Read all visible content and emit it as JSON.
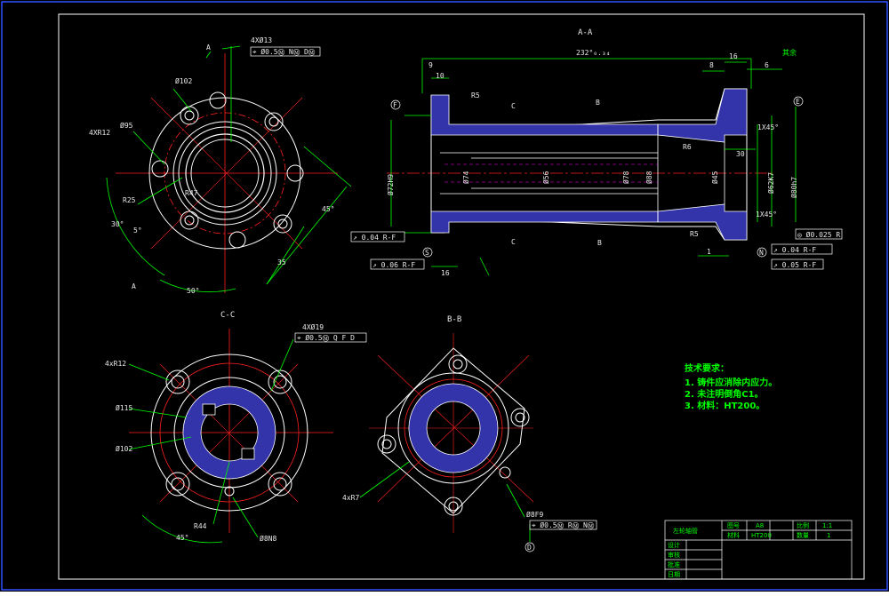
{
  "colors": {
    "background": "#000000",
    "outline": "#ffffff",
    "center_line": "#ff2020",
    "dimension": "#00ff00",
    "hatch": "#3333aa",
    "hidden": "#ff00ff"
  },
  "views": {
    "front_labels": {
      "section_ref": "A",
      "section_ref2": "A",
      "holes": "4XØ13",
      "tol_frame": "⌖ Ø0.5Ⓜ NⓂ DⓂ",
      "d102": "Ø102",
      "d95": "Ø95",
      "r12": "4XR12",
      "r25": "R25",
      "r47": "R47",
      "a30": "30°",
      "a5": "5°",
      "a50": "50°",
      "d35": "35",
      "d45": "45°"
    },
    "aa_labels": {
      "title": "A-A",
      "len232": "232°₀.₃₄",
      "d9": "9",
      "d10": "10",
      "d8": "8",
      "d16": "16",
      "d6": "6",
      "r5a": "R5",
      "r6": "R6",
      "r5b": "R5",
      "d30": "30",
      "d74": "Ø74",
      "d56": "Ø56",
      "d78": "Ø78",
      "d88": "Ø88",
      "d45": "Ø45",
      "d72": "Ø72H9",
      "d62": "Ø62K7",
      "d80": "Ø80h7",
      "cx1": "1X45°",
      "cx2": "1X45°",
      "c": "C",
      "b": "B",
      "c2": "C",
      "b2": "B",
      "f": "F",
      "e": "E",
      "s": "S",
      "n": "N",
      "tol1": "↗ 0.04 R-F",
      "tol2": "↗ 0.06 R-F",
      "tol3": "◎ Ø0.025 R",
      "tol4": "↗ 0.04 R-F",
      "tol5": "↗ 0.05 R-F",
      "d16b": "16",
      "d1": "1",
      "surface": "其余"
    },
    "cc_labels": {
      "title": "C-C",
      "holes": "4XØ19",
      "tol_frame": "⌖ Ø0.5Ⓜ Q F D",
      "r12": "4xR12",
      "d115": "Ø115",
      "d102": "Ø102",
      "r44": "R44",
      "a45": "45°",
      "d8": "Ø8N8"
    },
    "bb_labels": {
      "title": "B-B",
      "r7": "4xR7",
      "d8f9": "Ø8F9",
      "tol_frame": "⌖ Ø0.5Ⓜ RⓂ NⓂ",
      "d": "D"
    }
  },
  "tech_requirements": {
    "heading": "技术要求：",
    "items": [
      "1. 铸件应消除内应力。",
      "2. 未注明倒角C1。",
      "3. 材料：HT200。"
    ]
  },
  "title_block": {
    "name": "左轮轴管",
    "drawing_no_label": "图号",
    "drawing_no": "A8",
    "material_label": "材料",
    "material": "HT200",
    "scale_label": "比例",
    "scale": "1:1",
    "qty_label": "数量",
    "qty": "1",
    "rows": [
      "设计",
      "审核",
      "批准",
      "日期"
    ]
  }
}
